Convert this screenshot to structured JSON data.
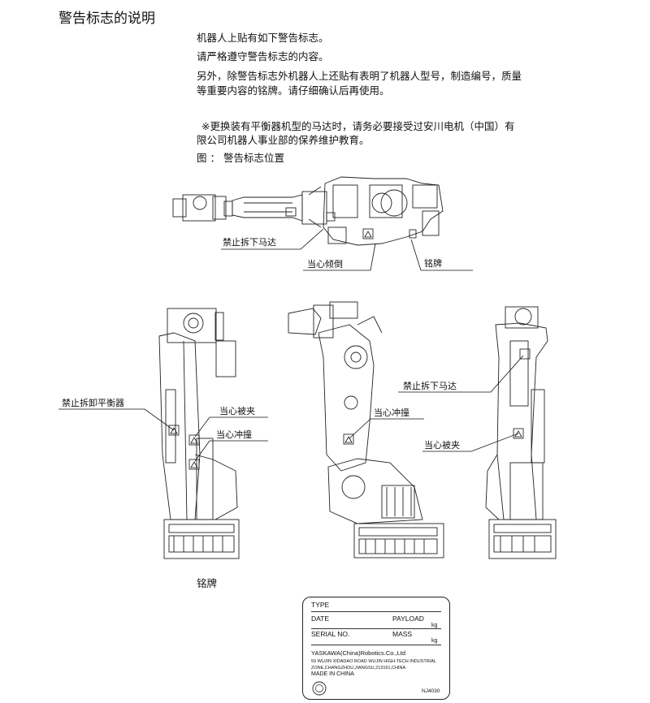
{
  "page": {
    "title": "警告标志的说明",
    "paragraphs": [
      "机器人上贴有如下警告标志。",
      "请严格遵守警告标志的内容。",
      "另外，除警告标志外机器人上还贴有表明了机器人型号，制造编号，质量",
      "等重要内容的铭牌。请仔细确认后再使用。",
      "※更换装有平衡器机型的马达时，请务必要接受过安川电机（中国）有",
      "限公司机器人事业部的保养维护教育。",
      "图 ： 警告标志位置"
    ]
  },
  "figure": {
    "labels": {
      "top_motor": "禁止拆下马达",
      "top_tilt": "当心倾倒",
      "top_nameplate": "铭牌",
      "left_balancer": "禁止拆卸平衡器",
      "left_pinch": "当心被夹",
      "left_impact": "当心冲撞",
      "mid_impact": "当心冲撞",
      "right_motor": "禁止拆下马达",
      "right_pinch": "当心被夹"
    }
  },
  "nameplate": {
    "heading": "铭牌",
    "type": "TYPE",
    "date": "DATE",
    "payload": "PAYLOAD",
    "kg1": "kg",
    "serial": "SERIAL NO.",
    "mass": "MASS",
    "kg2": "kg",
    "company": "YASKAWA(China)Robotics.Co.,Ltd",
    "address1": "59 WUJIN XIDADAO ROAD WUJIN HIGH-TECH INDUSTRIAL",
    "address2": "ZONE,CHANGZHOU,JIANGSU,213161,CHINA",
    "made": "MADE IN CHINA",
    "code": "NJ4030"
  }
}
